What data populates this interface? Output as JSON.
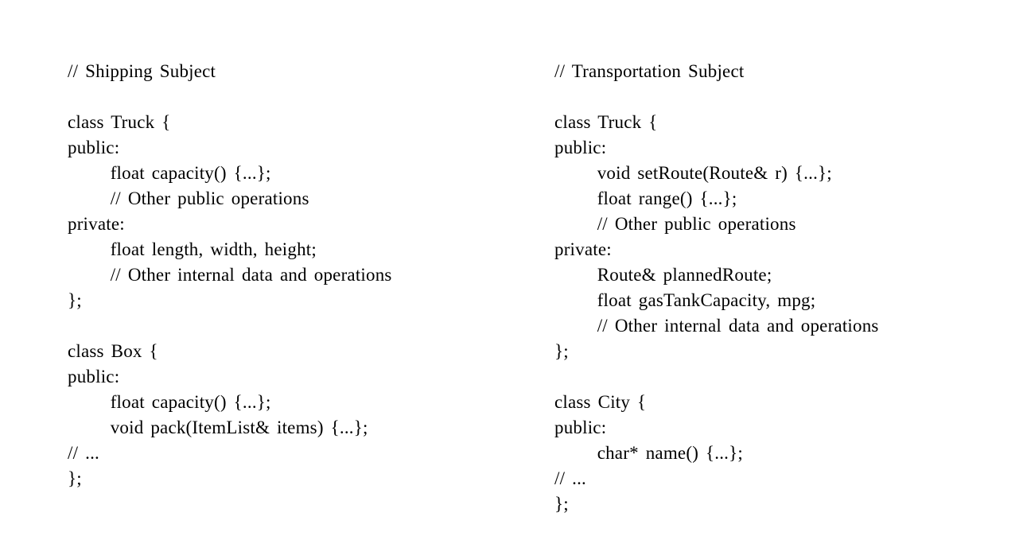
{
  "page": {
    "background_color": "#ffffff",
    "text_color": "#000000",
    "description_left_heading": "// Shipping Subject",
    "description_right_heading": "// Transportation Subject"
  },
  "columns": [
    {
      "name": "shipping-subject",
      "lines": [
        "// Shipping Subject",
        "",
        "class Truck {",
        "public:",
        "      float capacity() {...};",
        "      // Other public operations",
        "private:",
        "      float length, width, height;",
        "      // Other internal data and operations",
        "};",
        "",
        "class Box {",
        "public:",
        "      float capacity() {...};",
        "      void pack(ItemList& items) {...};",
        "// ...",
        "};"
      ]
    },
    {
      "name": "transportation-subject",
      "lines": [
        "// Transportation Subject",
        "",
        "class Truck {",
        "public:",
        "      void setRoute(Route& r) {...};",
        "      float range() {...};",
        "      // Other public operations",
        "private:",
        "      Route& plannedRoute;",
        "      float gasTankCapacity, mpg;",
        "      // Other internal data and operations",
        "};",
        "",
        "class City {",
        "public:",
        "      char* name() {...};",
        "// ...",
        "};"
      ]
    }
  ]
}
